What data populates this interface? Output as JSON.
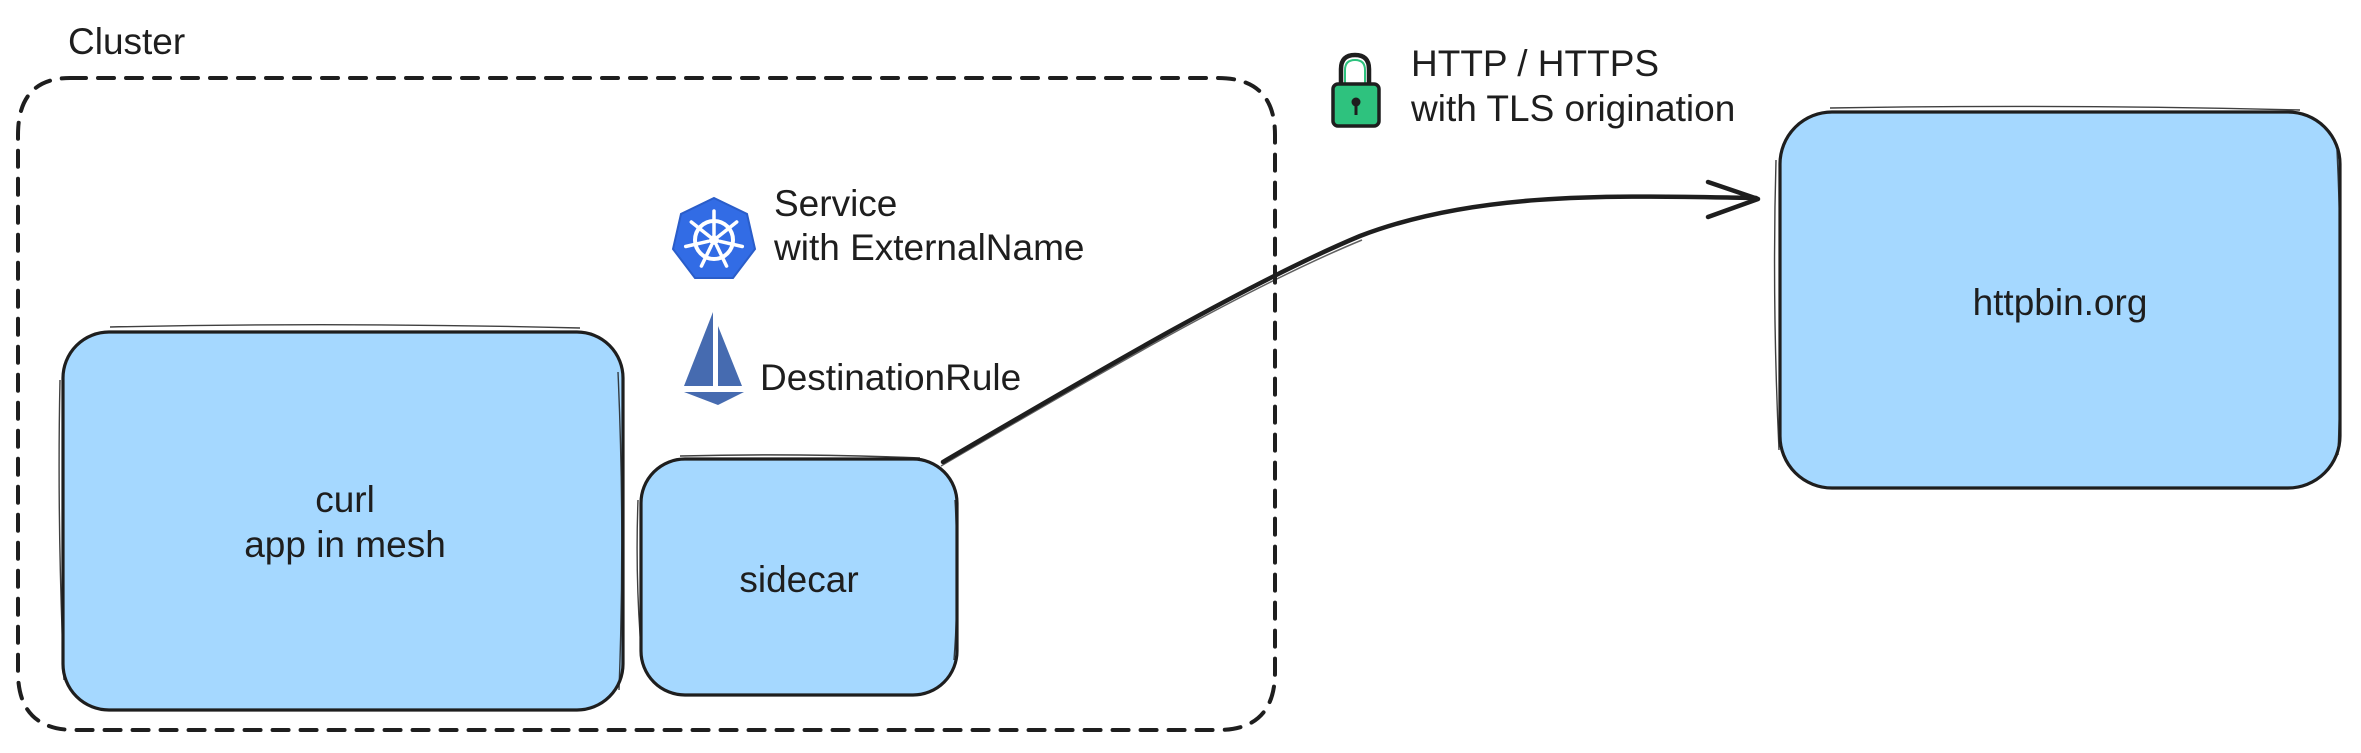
{
  "cluster": {
    "label": "Cluster"
  },
  "nodes": {
    "curl": {
      "line1": "curl",
      "line2": "app in mesh"
    },
    "sidecar": {
      "label": "sidecar"
    },
    "external": {
      "label": "httpbin.org"
    }
  },
  "annotations": {
    "service": {
      "line1": "Service",
      "line2": "with ExternalName",
      "icon": "kubernetes-icon"
    },
    "destination_rule": {
      "label": "DestinationRule",
      "icon": "istio-sail-icon"
    },
    "connection": {
      "line1": "HTTP / HTTPS",
      "line2": "with TLS origination",
      "icon": "lock-icon"
    }
  },
  "colors": {
    "box_fill": "#a5d8ff",
    "stroke": "#1e1e1e",
    "kubernetes_blue": "#326ce5",
    "istio_blue": "#466bb0",
    "lock_green": "#2ec27e"
  }
}
